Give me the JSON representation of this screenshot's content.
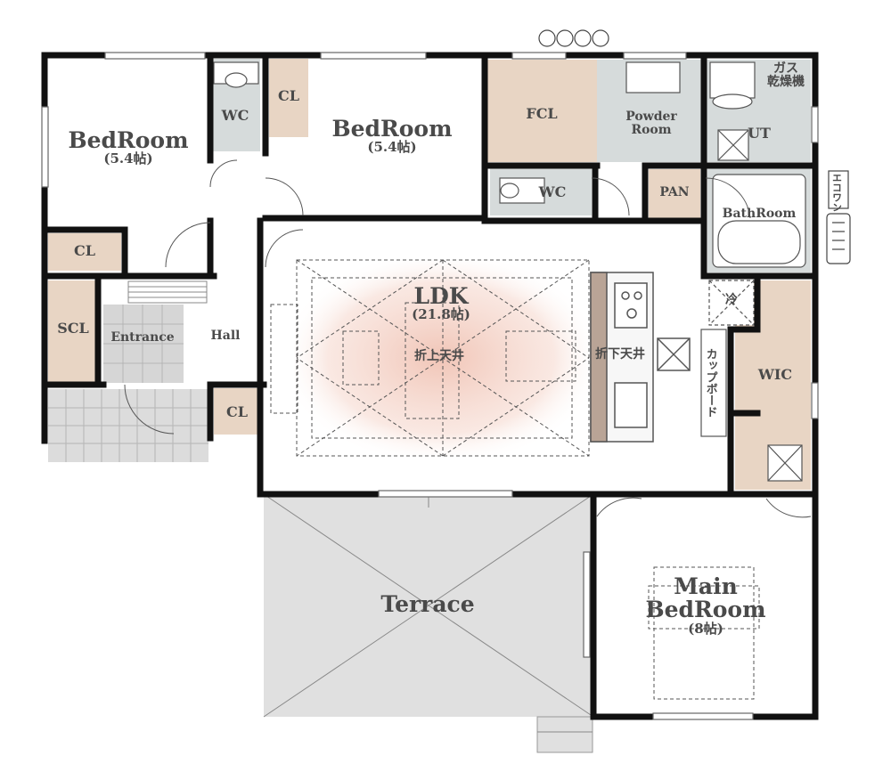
{
  "rooms": {
    "bedroom_left": {
      "name": "BedRoom",
      "size": "(5.4帖)"
    },
    "bedroom_center": {
      "name": "BedRoom",
      "size": "(5.4帖)"
    },
    "ldk": {
      "name": "LDK",
      "size": "(21.8帖)"
    },
    "main_bedroom": {
      "name_line1": "Main",
      "name_line2": "BedRoom",
      "size": "(8帖)"
    },
    "terrace": "Terrace",
    "wc_top": "WC",
    "cl_top": "CL",
    "fcl": "FCL",
    "powder_room_line1": "Powder",
    "powder_room_line2": "Room",
    "gas_dryer_line1": "ガス",
    "gas_dryer_line2": "乾燥機",
    "ut": "UT",
    "wc_mid": "WC",
    "pan": "PAN",
    "bathroom": "BathRoom",
    "cl_left": "CL",
    "scl": "SCL",
    "entrance": "Entrance",
    "hall": "Hall",
    "cl_bottom": "CL",
    "wic": "WIC",
    "fridge": "冷",
    "cupboard": "カップボード",
    "ceiling_raised": "折上天井",
    "ceiling_lowered": "折下天井",
    "aircon": "エコワン"
  },
  "colors": {
    "wall": "#111111",
    "storage": "#e8d5c4",
    "wet_area": "#d6dbdb",
    "terrace": "#e0e0e0",
    "ldk_glow": "#f2c9bb",
    "text": "#4a4a4a"
  }
}
